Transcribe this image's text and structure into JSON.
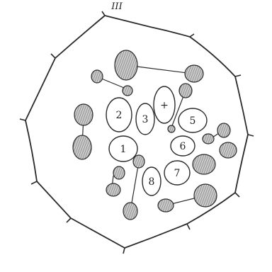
{
  "figure": {
    "heading": "III",
    "cell_labels": [
      "+",
      "2",
      "3",
      "5",
      "1",
      "6",
      "7",
      "8"
    ]
  },
  "colors": {
    "outline": "#2a2a2a",
    "shading": "#9a9a9a",
    "background": "#ffffff"
  }
}
